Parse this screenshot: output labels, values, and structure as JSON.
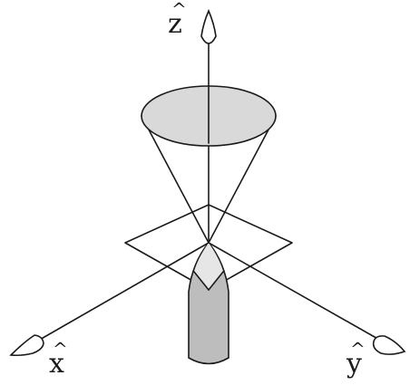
{
  "axes": {
    "z": {
      "label": "z",
      "hat": "^"
    },
    "x": {
      "label": "x",
      "hat": "^"
    },
    "y": {
      "label": "y",
      "hat": "^"
    }
  },
  "colors": {
    "stroke": "#1a1a1a",
    "cone_top_fill": "#d9d9d9",
    "cylinder_fill": "#bdbdbd",
    "cylinder_light_fill": "#e6e6e6",
    "background": "#ffffff"
  },
  "figure": {
    "elements": [
      "cone",
      "plane",
      "cylinder",
      "axis-z",
      "axis-x",
      "axis-y",
      "arrow-head-icon"
    ]
  }
}
